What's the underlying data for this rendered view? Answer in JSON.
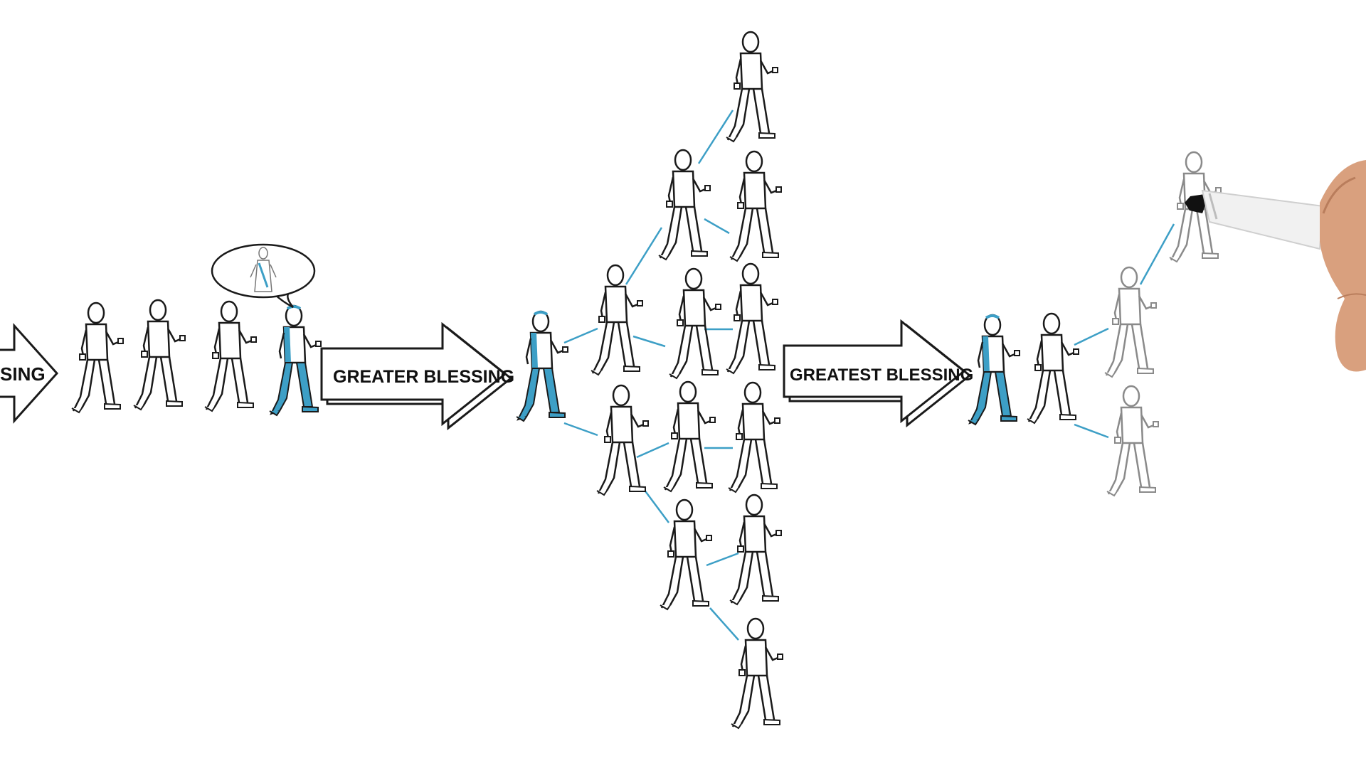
{
  "arrows": {
    "first": {
      "label": "SING"
    },
    "greater": {
      "label": "GREATER BLESSING"
    },
    "greatest": {
      "label": "GREATEST BLESSING"
    }
  },
  "colors": {
    "ink": "#1a1a1a",
    "accent": "#3d9fc6",
    "faded": "#8a8a8a"
  },
  "icons": {
    "thought_bubble": "jesus-figure-icon",
    "hand": "marker-hand-icon"
  },
  "groups": {
    "walkers_left": "Four walking people, the lead one highlighted",
    "network_center": "Branching network of walking people",
    "network_right": "Small network being drawn with a marker"
  }
}
